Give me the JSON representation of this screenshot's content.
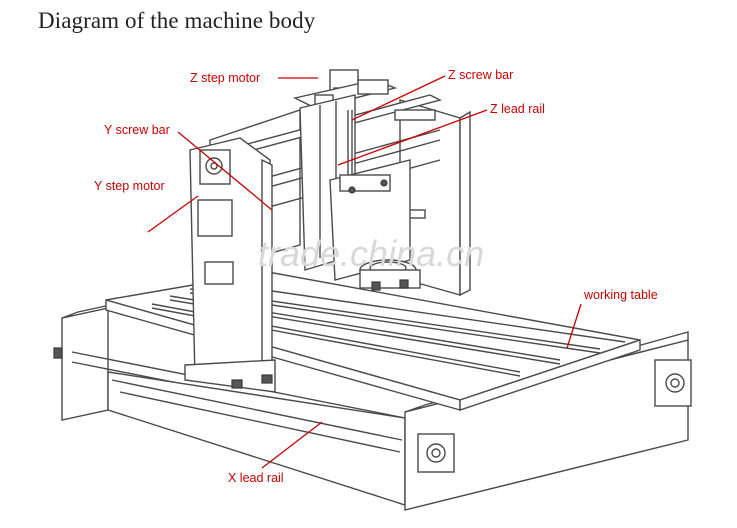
{
  "title": "Diagram of the machine body",
  "labels": {
    "z_step_motor": "Z step motor",
    "z_screw_bar": "Z screw bar",
    "z_lead_rail": "Z lead rail",
    "y_screw_bar": "Y screw bar",
    "y_step_motor": "Y step motor",
    "working_table": "working table",
    "x_lead_rail": "X lead rail"
  },
  "watermark": "trade.china.cn",
  "colors": {
    "label": "#cc0000",
    "line": "#4a4a4a"
  }
}
